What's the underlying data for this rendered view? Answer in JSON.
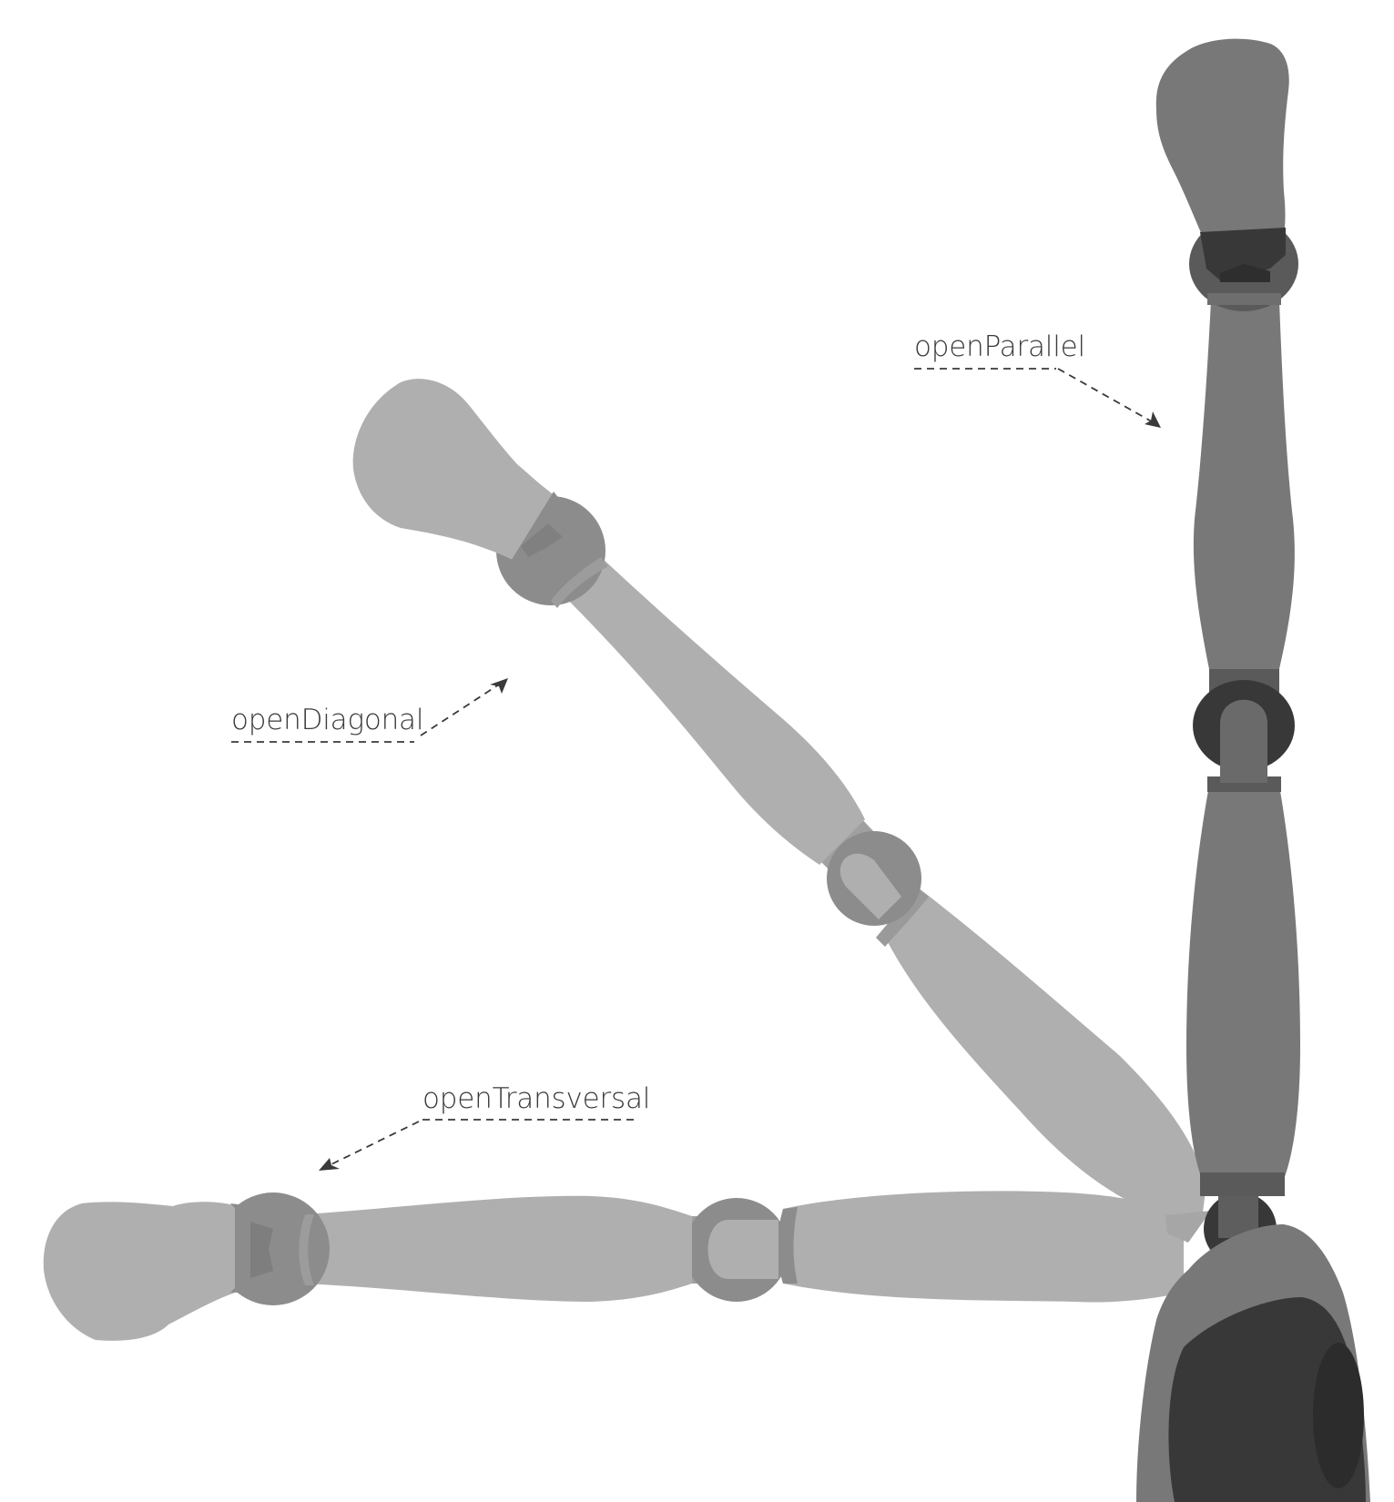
{
  "labels": {
    "open_parallel": "openParallel",
    "open_diagonal": "openDiagonal",
    "open_transversal": "openTransversal"
  },
  "colors": {
    "light_limb": "#afafaf",
    "light_joint": "#8c8c8c",
    "dark_limb": "#787878",
    "dark_joint": "#5a5a5a",
    "darkest": "#383838",
    "arrow": "#3a3a3a"
  }
}
